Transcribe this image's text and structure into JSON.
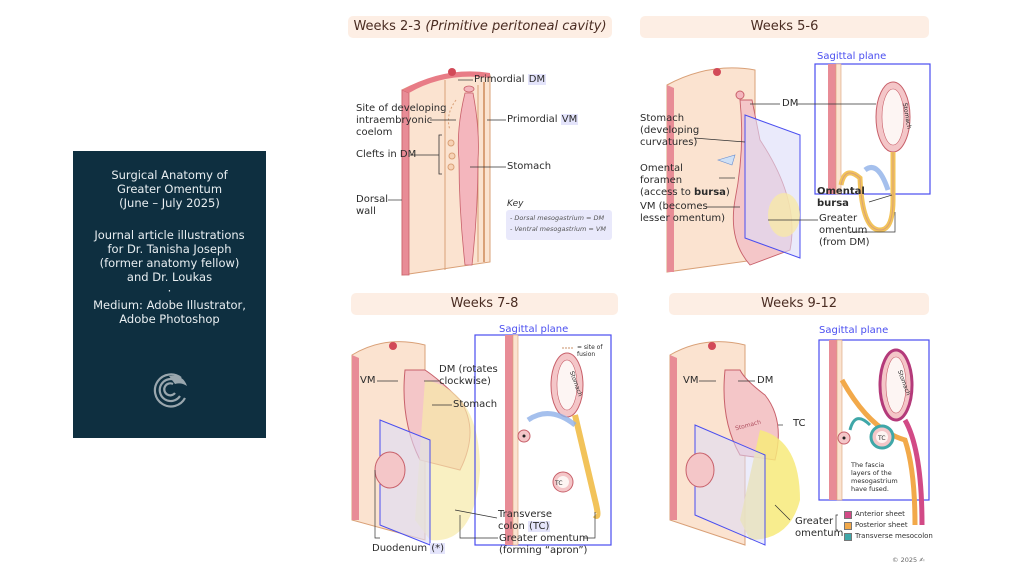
{
  "info_card": {
    "title_lines": [
      "Surgical Anatomy of",
      "Greater Omentum",
      "(June – July 2025)"
    ],
    "desc_lines": [
      "Journal article illustrations",
      "for Dr. Tanisha Joseph",
      "(former anatomy fellow)",
      "and Dr. Loukas",
      "·",
      "Medium: Adobe Illustrator,",
      "Adobe Photoshop"
    ],
    "logo_icon": "c-swirl-logo-icon",
    "background_color": "#0e2f40"
  },
  "panels": [
    {
      "title": "Weeks 2-3",
      "title_italic": "(Primitive peritoneal cavity)",
      "labels": {
        "primordial_dm_prefix": "Primordial ",
        "primordial_dm_abbr": "DM",
        "site_line1": "Site of developing",
        "site_line2": "intraembryonic",
        "site_line3": "coelom",
        "primordial_vm_prefix": "Primordial ",
        "primordial_vm_abbr": "VM",
        "clefts": "Clefts in DM",
        "stomach": "Stomach",
        "dorsal_line1": "Dorsal",
        "dorsal_line2": "wall"
      },
      "key": {
        "title": "Key",
        "items": [
          "- Dorsal mesogastrium = DM",
          "- Ventral mesogastrium = VM"
        ]
      }
    },
    {
      "title": "Weeks 5-6",
      "sagittal_label": "Sagittal plane",
      "labels": {
        "dm": "DM",
        "stomach_line1": "Stomach",
        "stomach_line2": "(developing",
        "stomach_line3": "curvatures)",
        "foramen_line1": "Omental",
        "foramen_line2": "foramen",
        "foramen_line3_prefix": "(access to ",
        "foramen_line3_bold": "bursa",
        "foramen_line3_suffix": ")",
        "vm_line1": "VM (becomes",
        "vm_line2": "lesser omentum)",
        "bursa_line1": "Omental",
        "bursa_line2": "bursa",
        "greater_line1": "Greater",
        "greater_line2": "omentum",
        "greater_line3": "(from DM)",
        "stomach_inner": "Stomach"
      }
    },
    {
      "title": "Weeks 7-8",
      "sagittal_label": "Sagittal plane",
      "labels": {
        "dm_line1": "DM (rotates",
        "dm_line2": "clockwise)",
        "vm": "VM",
        "stomach": "Stomach",
        "site_of_fusion_line1": "= site of",
        "site_of_fusion_line2": "fusion",
        "transverse_line1": "Transverse",
        "transverse_line2_prefix": "colon ",
        "transverse_line2_abbr": "(TC)",
        "duodenum_prefix": "Duodenum ",
        "duodenum_abbr": "(*)",
        "greater_line1": "Greater omentum",
        "greater_line2": "(forming “apron”)",
        "tc": "TC",
        "stomach_inner": "Stomach"
      }
    },
    {
      "title": "Weeks 9-12",
      "sagittal_label": "Sagittal plane",
      "labels": {
        "vm": "VM",
        "dm": "DM",
        "tc": "TC",
        "stomach_inner": "Stomach",
        "tc_inner": "TC",
        "fascia_line1": "The fascia",
        "fascia_line2": "layers of the",
        "fascia_line3": "mesogastrium",
        "fascia_line4": "have fused.",
        "greater_line1": "Greater",
        "greater_line2": "omentum"
      },
      "legend": [
        {
          "label": "Anterior sheet",
          "color": "#d24a86"
        },
        {
          "label": "Posterior sheet",
          "color": "#f2a94a"
        },
        {
          "label": "Transverse mesocolon",
          "color": "#3fa7a8"
        }
      ]
    }
  ],
  "colors": {
    "title_bg": "#fdeee4",
    "title_text": "#4a2c22",
    "sagittal_blue": "#4a4ef0",
    "highlight_bg": "#e4e4fb"
  },
  "copyright": "© 2025"
}
